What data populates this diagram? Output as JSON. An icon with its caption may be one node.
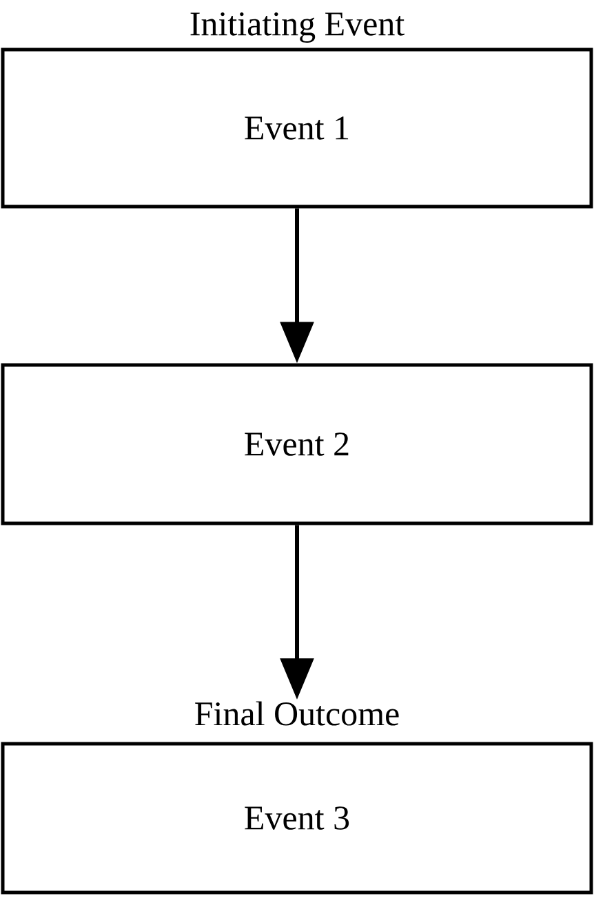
{
  "diagram": {
    "nodes": [
      {
        "text": [
          "Initiating Event",
          "Event 1"
        ]
      },
      {
        "text": [
          "Event 2"
        ]
      },
      {
        "text": [
          "Final Outcome",
          "Event 3"
        ]
      }
    ],
    "edges": [
      {
        "from": 0,
        "to": 1,
        "arrow": "to"
      },
      {
        "from": 1,
        "to": 2,
        "arrow": "to"
      }
    ]
  }
}
